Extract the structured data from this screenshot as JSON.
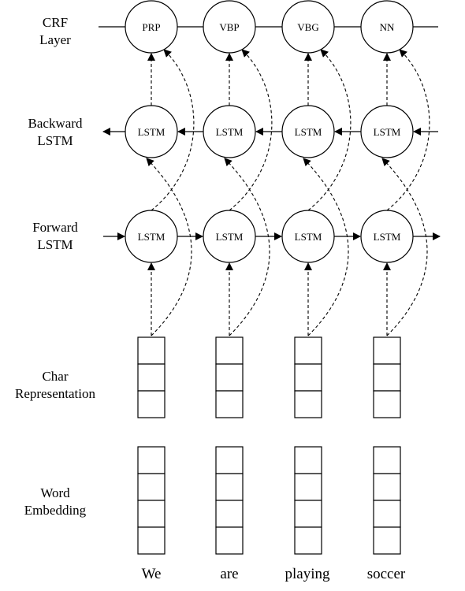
{
  "labels": {
    "crf": [
      "CRF",
      "Layer"
    ],
    "backward": [
      "Backward",
      "LSTM"
    ],
    "forward": [
      "Forward",
      "LSTM"
    ],
    "char": [
      "Char",
      "Representation"
    ],
    "word": [
      "Word",
      "Embedding"
    ]
  },
  "tags": [
    "PRP",
    "VBP",
    "VBG",
    "NN"
  ],
  "lstm_label": "LSTM",
  "words": [
    "We",
    "are",
    "playing",
    "soccer"
  ],
  "char_cells": 3,
  "word_cells": 4
}
